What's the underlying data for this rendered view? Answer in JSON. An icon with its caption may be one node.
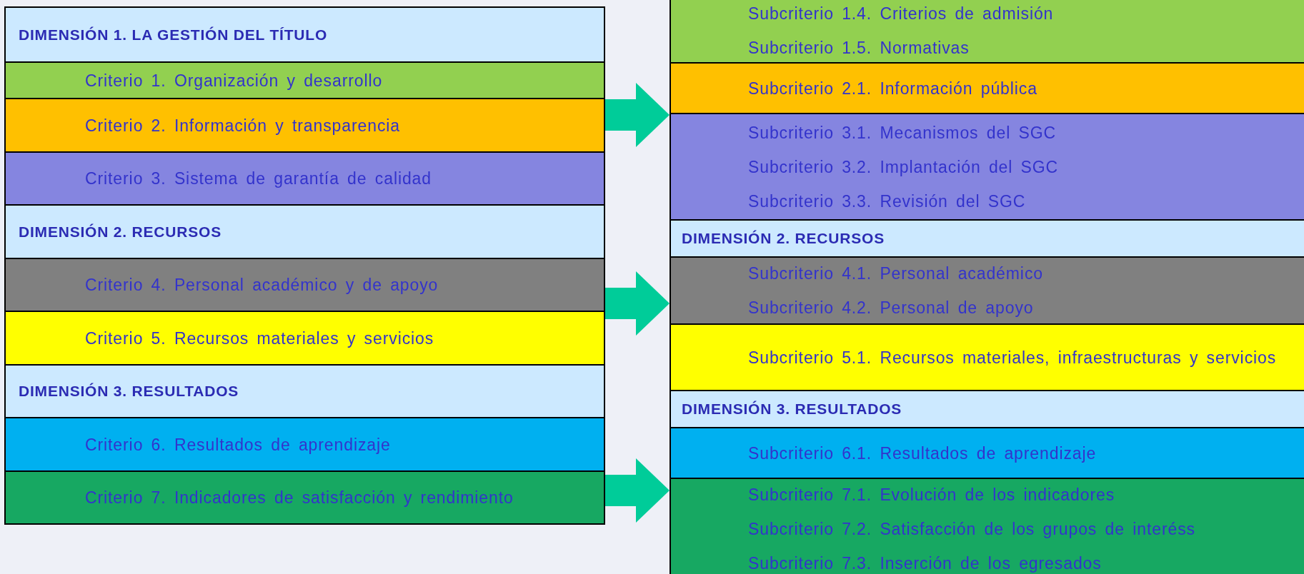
{
  "diagram": {
    "nodes": [
      {
        "text": [],
        "shape": "box"
      },
      {
        "text": [
          "DIMENSIÓN 1. LA GESTIÓN DEL TÍTULO"
        ],
        "in": 0
      },
      {
        "text": [
          "Criterio 1. Organización  y desarrollo"
        ],
        "in": 0
      },
      {
        "text": [
          "Criterio 2. Información y transparencia"
        ],
        "in": 0
      },
      {
        "text": [
          "Criterio 3. Sistema de garantía de calidad"
        ],
        "in": 0
      },
      {
        "text": [
          "DIMENSIÓN 2. RECURSOS"
        ],
        "in": 0
      },
      {
        "text": [
          "Criterio 4. Personal académico y de apoyo"
        ],
        "in": 0
      },
      {
        "text": [
          "Criterio 5. Recursos materiales y servicios"
        ],
        "in": 0
      },
      {
        "text": [
          "DIMENSIÓN 3. RESULTADOS"
        ],
        "in": 0
      },
      {
        "text": [
          "Criterio 6. Resultados de aprendizaje"
        ],
        "in": 0
      },
      {
        "text": [
          "Criterio 7. Indicadores de satisfacción y rendimiento"
        ],
        "in": 0
      },
      {
        "text": [],
        "shape": "box"
      },
      {
        "text": [
          "Subcriterio 1.4. Criterios de admisión",
          "Subcriterio 1.5. Normativas"
        ],
        "in": 11
      },
      {
        "text": [
          "Subcriterio 2.1. Información pública"
        ],
        "in": 11
      },
      {
        "text": [
          "Subcriterio 3.1. Mecanismos del SGC",
          "Subcriterio 3.2. Implantación  del SGC",
          "Subcriterio 3.3. Revisión del SGC"
        ],
        "in": 11
      },
      {
        "text": [
          "DIMENSIÓN 2. RECURSOS"
        ],
        "in": 11
      },
      {
        "text": [
          "Subcriterio 4.1. Personal académico",
          "Subcriterio 4.2. Personal de apoyo"
        ],
        "in": 11
      },
      {
        "text": [
          "Subcriterio 5.1. Recursos materiales, infraestructuras y servicios"
        ],
        "in": 11
      },
      {
        "text": [
          "DIMENSIÓN 3. RESULTADOS"
        ],
        "in": 11
      },
      {
        "text": [
          "Subcriterio 6.1. Resultados de aprendizaje"
        ],
        "in": 11
      },
      {
        "text": [
          "Subcriterio 7.1. Evolución de los indicadores",
          "Subcriterio 7.2. Satisfacción de los grupos de interéss",
          "Subcriterio 7.3. Inserción de los egresados"
        ],
        "in": 11
      }
    ],
    "edges": [
      {
        "from": 0,
        "to": 11,
        "arrow": "to"
      },
      {
        "from": 0,
        "to": 11,
        "arrow": "to"
      },
      {
        "from": 0,
        "to": 11,
        "arrow": "to"
      }
    ]
  }
}
